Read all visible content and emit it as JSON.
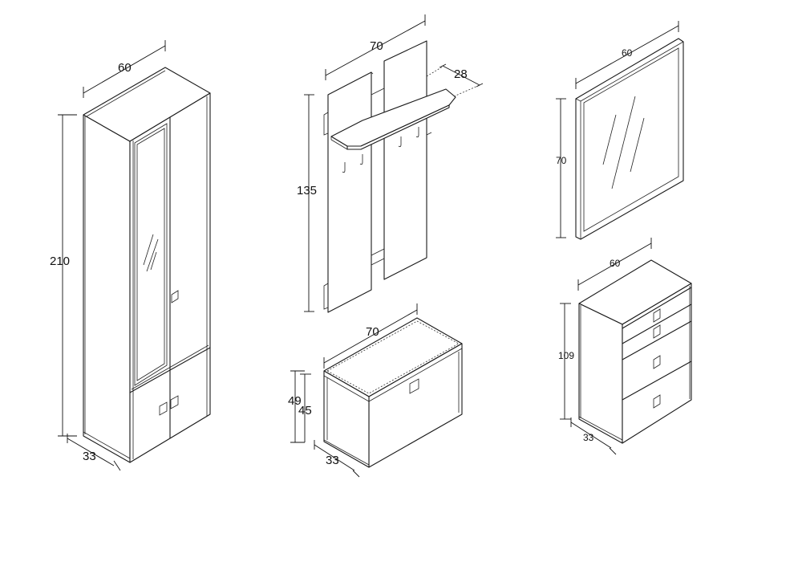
{
  "wardrobe": {
    "width": "60",
    "height": "210",
    "depth": "33"
  },
  "coat_rack": {
    "width": "70",
    "height": "135",
    "shelf_depth": "28"
  },
  "mirror": {
    "width": "60",
    "height": "70"
  },
  "shoe_bench": {
    "width": "70",
    "height_top": "49",
    "height_body": "45",
    "depth": "33"
  },
  "chest": {
    "width": "60",
    "height": "109",
    "depth": "33"
  }
}
